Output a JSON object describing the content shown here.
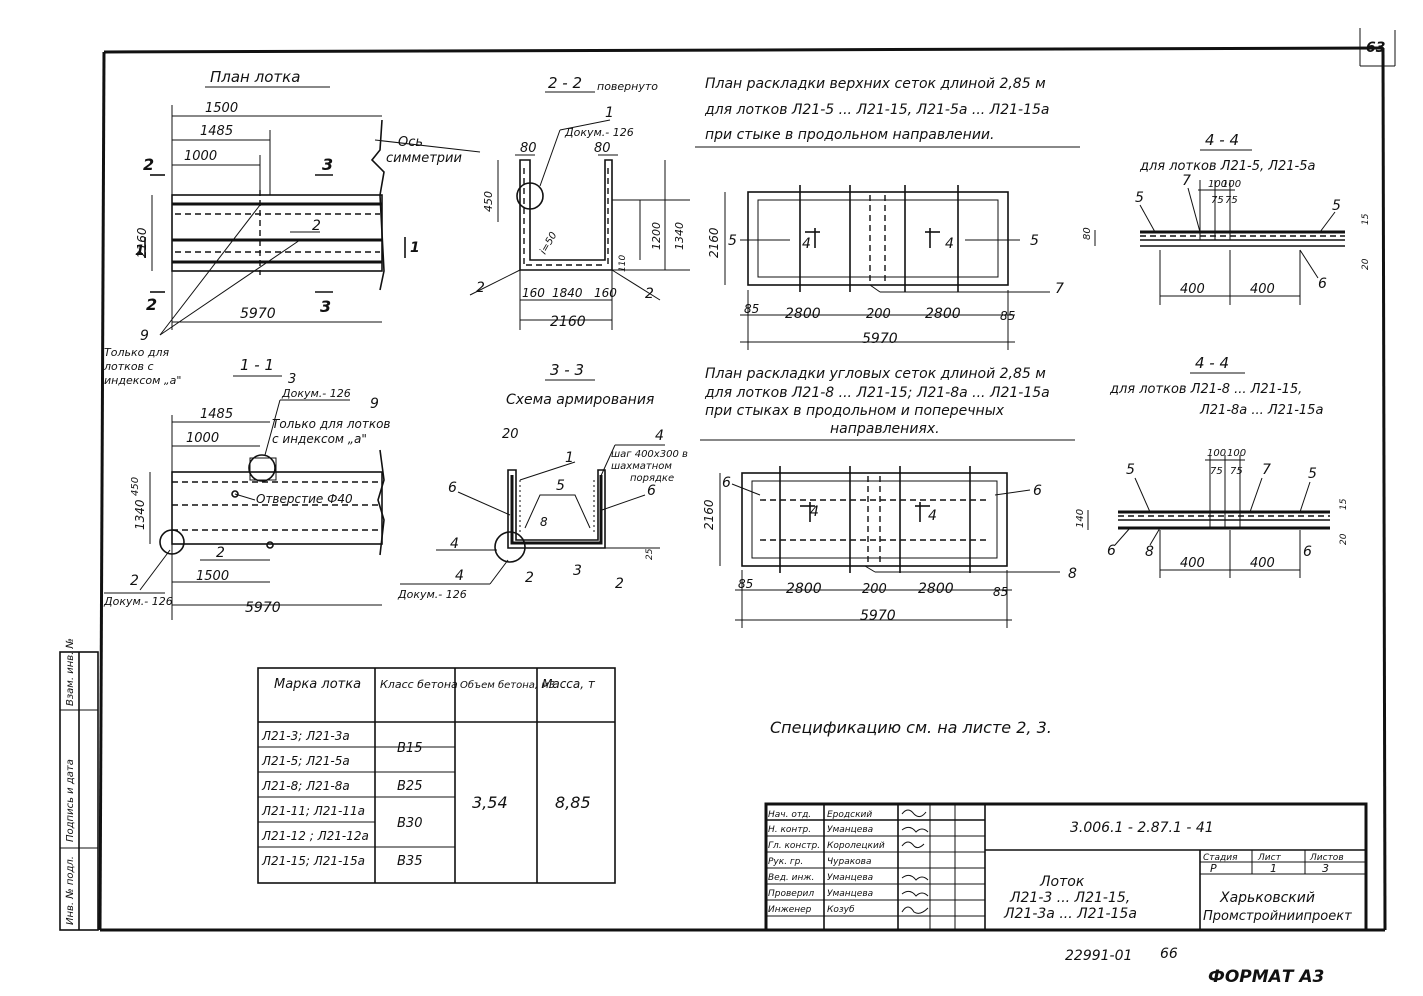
{
  "page": {
    "sheet_number_top": "63",
    "bottom_code": "22991-01",
    "bottom_page": "66",
    "format": "ФОРМАТ А3"
  },
  "plan_lotka": {
    "title": "План лотка",
    "dim_1500": "1500",
    "dim_1485": "1485",
    "dim_1000": "1000",
    "dim_2160": "2160",
    "dim_5970": "5970",
    "axis_label_1": "Ось",
    "axis_label_2": "симметрии",
    "sec2": "2",
    "sec3": "3",
    "sec1": "1",
    "callout_2": "2",
    "callout_9": "9",
    "note_line1": "Только для",
    "note_line2": "лотков с",
    "note_line3": "индексом „а\""
  },
  "section_22": {
    "title": "2 - 2",
    "subtitle": "повернуто",
    "callout_1": "1",
    "doc": "Докум.- 126",
    "dim_80a": "80",
    "dim_80b": "80",
    "dim_450": "450",
    "dim_1200": "1200",
    "dim_1340": "1340",
    "dim_i": "i=50",
    "dim_110": "110",
    "dim_160a": "160",
    "dim_1840": "1840",
    "dim_160b": "160",
    "dim_2160": "2160",
    "callout_2a": "2",
    "callout_2b": "2"
  },
  "section_11": {
    "title": "1 - 1",
    "callout_3": "3",
    "doc_top": "Докум.- 126",
    "callout_9": "9",
    "note_line1": "Только для лотков",
    "note_line2": "с индексом „а\"",
    "dim_1485": "1485",
    "dim_1000": "1000",
    "dim_1340": "1340",
    "dim_450": "450",
    "hole": "Отверстие Ф40",
    "callout_2a": "2",
    "callout_2b": "2",
    "dim_1500": "1500",
    "dim_5970": "5970",
    "doc_bottom": "Докум.- 126"
  },
  "section_33": {
    "title": "3 - 3",
    "subtitle": "Схема армирования",
    "dim_20": "20",
    "callout_1": "1",
    "callout_4a": "4",
    "callout_5": "5",
    "step_line1": "шаг 400х300 в",
    "step_line2": "шахматном",
    "step_line3": "порядке",
    "callout_6a": "6",
    "callout_6b": "6",
    "callout_8": "8",
    "callout_4b": "4",
    "callout_4c": "4",
    "callout_2a": "2",
    "callout_3": "3",
    "callout_2b": "2",
    "doc": "Докум.- 126",
    "dim_25": "25"
  },
  "plan_top_mesh": {
    "title_line1": "План раскладки верхних сеток длиной 2,85 м",
    "title_line2": "для лотков Л21-5 ... Л21-15, Л21-5а ... Л21-15а",
    "title_line3": "при стыке в продольном направлении.",
    "dim_2160": "2160",
    "callout_5a": "5",
    "callout_5b": "5",
    "sec4a": "4",
    "sec4b": "4",
    "callout_7": "7",
    "dim_85a": "85",
    "dim_2800a": "2800",
    "dim_200": "200",
    "dim_2800b": "2800",
    "dim_85b": "85",
    "dim_5970": "5970"
  },
  "plan_corner_mesh": {
    "title_line1": "План раскладки угловых сеток длиной 2,85 м",
    "title_line2": "для лотков Л21-8 ... Л21-15; Л21-8а ... Л21-15а",
    "title_line3": "при стыках в продольном и поперечных",
    "title_line4": "направлениях.",
    "dim_2160": "2160",
    "callout_6a": "6",
    "callout_6b": "6",
    "sec4a": "4",
    "sec4b": "4",
    "callout_8": "8",
    "dim_85a": "85",
    "dim_2800a": "2800",
    "dim_200": "200",
    "dim_2800b": "2800",
    "dim_85b": "85",
    "dim_5970": "5970"
  },
  "section_44a": {
    "title": "4 - 4",
    "subtitle": "для лотков Л21-5, Л21-5а",
    "dim_100a": "100",
    "dim_100b": "100",
    "dim_75a": "75",
    "dim_75b": "75",
    "callout_5a": "5",
    "callout_7": "7",
    "callout_5b": "5",
    "callout_6": "6",
    "dim_80": "80",
    "dim_15": "15",
    "dim_20": "20",
    "dim_400a": "400",
    "dim_400b": "400"
  },
  "section_44b": {
    "title": "4 - 4",
    "subtitle_line1": "для лотков Л21-8 ... Л21-15,",
    "subtitle_line2": "Л21-8а ... Л21-15а",
    "dim_100a": "100",
    "dim_100b": "100",
    "dim_75a": "75",
    "dim_75b": "75",
    "callout_5a": "5",
    "callout_7": "7",
    "callout_5b": "5",
    "callout_6a": "6",
    "callout_8": "8",
    "callout_6b": "6",
    "dim_140": "140",
    "dim_15": "15",
    "dim_20": "20",
    "dim_400a": "400",
    "dim_400b": "400"
  },
  "spec_table": {
    "headers": [
      "Марка лотка",
      "Класс бетона",
      "Объем бетона, м3",
      "Масса, т"
    ],
    "rows": [
      [
        "Л21-3; Л21-3а",
        "В15"
      ],
      [
        "Л21-5; Л21-5а",
        "В15"
      ],
      [
        "Л21-8; Л21-8а",
        "В25"
      ],
      [
        "Л21-11; Л21-11а",
        "В30"
      ],
      [
        "Л21-12 ; Л21-12а",
        "В30"
      ],
      [
        "Л21-15; Л21-15а",
        "В35"
      ]
    ],
    "volume": "3,54",
    "mass": "8,85"
  },
  "spec_note": "Спецификацию см. на листе 2, 3.",
  "title_block": {
    "roles": [
      "Нач. отд.",
      "Н. контр.",
      "Гл. констр.",
      "Рук. гр.",
      "Вед. инж.",
      "Проверил",
      "Инженер"
    ],
    "names": [
      "Еродский",
      "Уманцева",
      "Королецкий",
      "Чуракова",
      "Уманцева",
      "Уманцева",
      "Козуб"
    ],
    "code": "3.006.1 - 2.87.1 - 41",
    "name_line1": "Лоток",
    "name_line2": "Л21-3 ... Л21-15,",
    "name_line3": "Л21-3а ... Л21-15а",
    "stage_h": "Стадия",
    "sheet_h": "Лист",
    "sheets_h": "Листов",
    "stage": "Р",
    "sheet": "1",
    "sheets": "3",
    "org_line1": "Харьковский",
    "org_line2": "Промстройниипроект"
  },
  "side_stamp": [
    "Инв. № подл.",
    "Подпись и дата",
    "Взам. инв. №"
  ]
}
